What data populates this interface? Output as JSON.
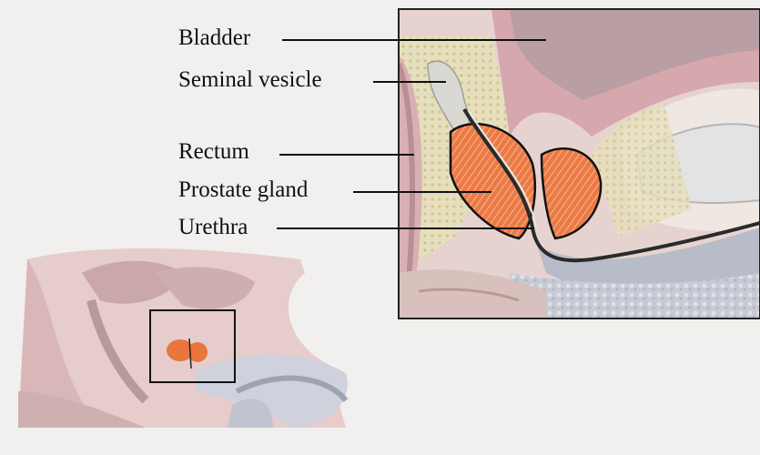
{
  "labels": {
    "bladder": "Bladder",
    "seminal_vesicle": "Seminal vesicle",
    "rectum": "Rectum",
    "prostate_gland": "Prostate gland",
    "urethra": "Urethra"
  },
  "colors": {
    "background": "#f1f0ee",
    "prostate": "#e8763d",
    "tissue_pink": "#dbb6b7",
    "fat_yellow": "#e4ddb9",
    "bone_grey": "#c9cbd3",
    "leader_line": "#111111"
  }
}
